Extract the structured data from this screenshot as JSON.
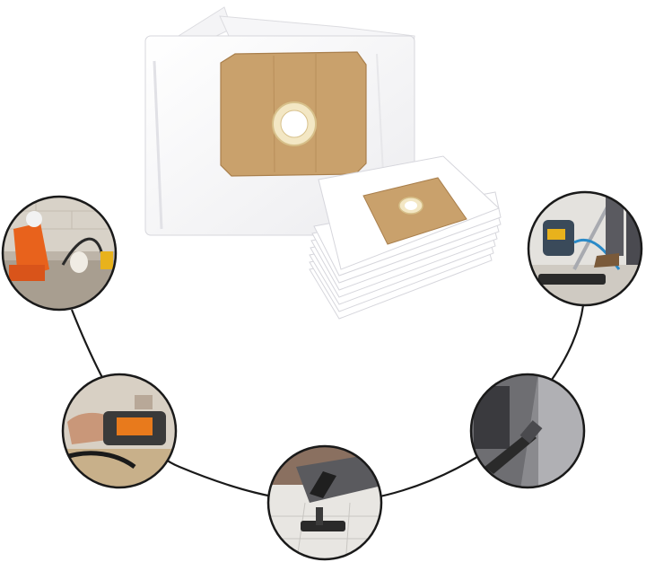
{
  "product": {
    "name": "vacuum-dust-bag-set",
    "colors": {
      "bag": "#ffffff",
      "bag_shadow": "#e6e6e8",
      "cardboard": "#c8a06a",
      "cardboard_dark": "#b48a55",
      "ring": "#f3e7c4",
      "connector": "#1a1a1a"
    }
  },
  "usage_scenes": [
    {
      "id": "construction-worker",
      "subject": "worker-with-vacuum"
    },
    {
      "id": "power-planer",
      "subject": "woodworking-tool"
    },
    {
      "id": "floor-nozzle",
      "subject": "vacuum-on-tiles"
    },
    {
      "id": "car-interior",
      "subject": "crevice-nozzle-in-car"
    },
    {
      "id": "floor-vacuuming",
      "subject": "canister-vacuum-on-floor"
    }
  ]
}
